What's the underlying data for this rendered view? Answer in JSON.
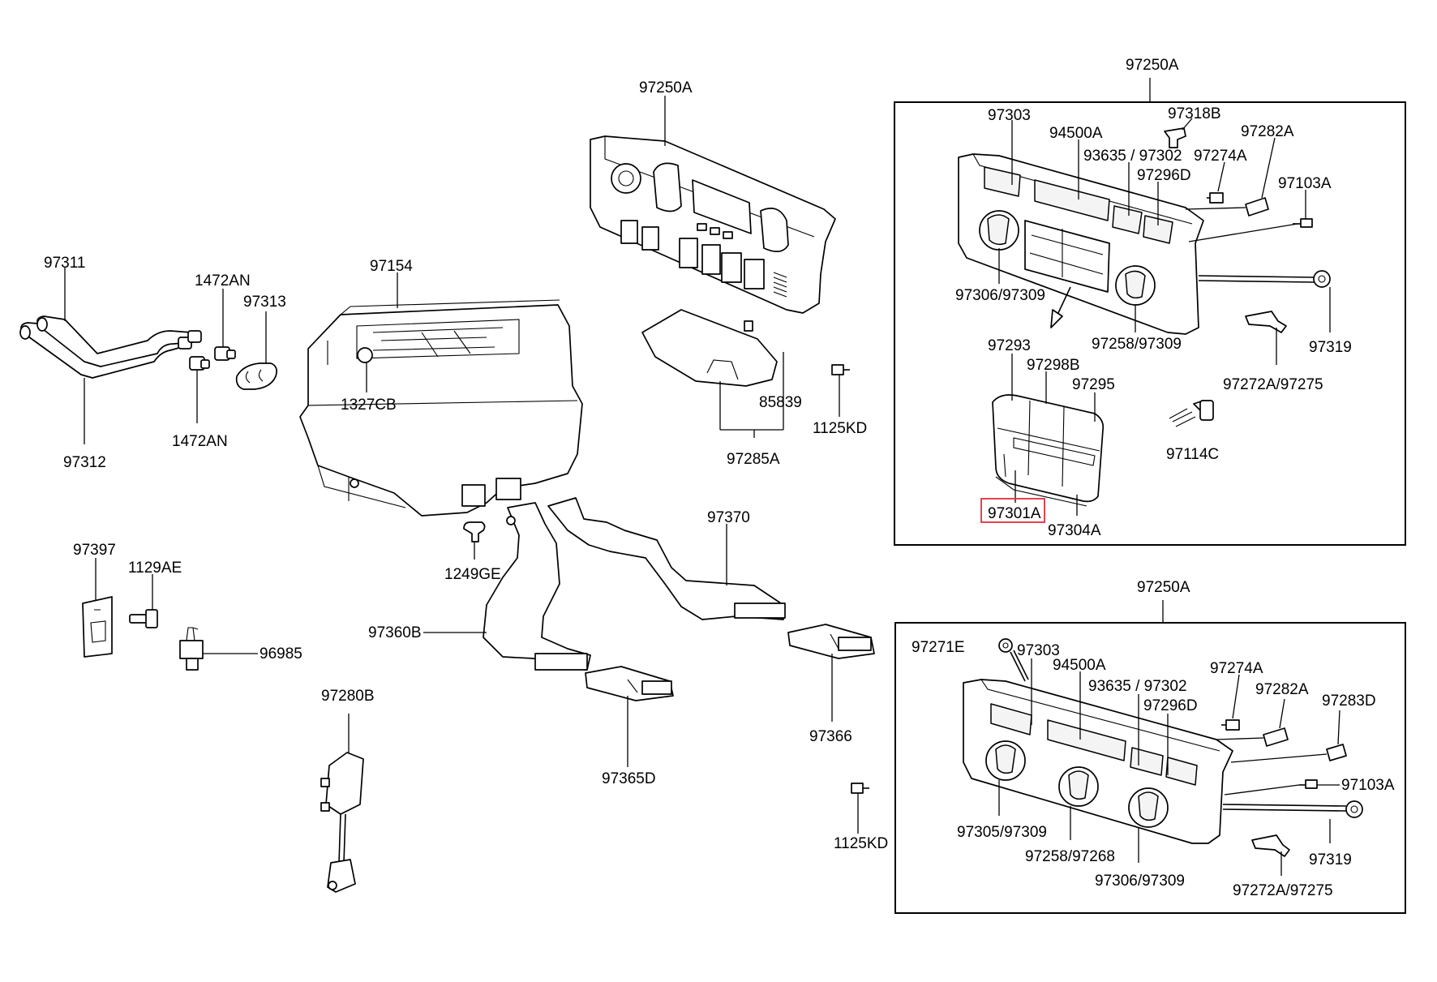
{
  "diagram": {
    "labels": {
      "p97250A_top": "97250A",
      "p97250A_box1": "97250A",
      "p97250A_box2": "97250A",
      "p97311": "97311",
      "p97312": "97312",
      "p1472AN_a": "1472AN",
      "p1472AN_b": "1472AN",
      "p97313": "97313",
      "p97154": "97154",
      "p1327CB": "1327CB",
      "p85839": "85839",
      "p97285A": "97285A",
      "p1125KD_a": "1125KD",
      "p1125KD_b": "1125KD",
      "p97397": "97397",
      "p1129AE": "1129AE",
      "p96985": "96985",
      "p1249GE": "1249GE",
      "p97370": "97370",
      "p97360B": "97360B",
      "p97366": "97366",
      "p97365D": "97365D",
      "p97280B": "97280B",
      "b1_97303": "97303",
      "b1_94500A": "94500A",
      "b1_97318B": "97318B",
      "b1_93635": "93635 / 97302",
      "b1_97282A": "97282A",
      "b1_97274A": "97274A",
      "b1_97296D": "97296D",
      "b1_97103A": "97103A",
      "b1_97306": "97306/97309",
      "b1_97258": "97258/97309",
      "b1_97319": "97319",
      "b1_97293": "97293",
      "b1_97298B": "97298B",
      "b1_97295": "97295",
      "b1_97272A": "97272A/97275",
      "b1_97114C": "97114C",
      "b1_97301A": "97301A",
      "b1_97304A": "97304A",
      "b2_97271E": "97271E",
      "b2_97303": "97303",
      "b2_94500A": "94500A",
      "b2_93635": "93635 / 97302",
      "b2_97274A": "97274A",
      "b2_97282A": "97282A",
      "b2_97283D": "97283D",
      "b2_97296D": "97296D",
      "b2_97103A": "97103A",
      "b2_97305": "97305/97309",
      "b2_97258": "97258/97268",
      "b2_97306": "97306/97309",
      "b2_97319": "97319",
      "b2_97272A": "97272A/97275"
    },
    "highlight_color": "#e0303a"
  }
}
